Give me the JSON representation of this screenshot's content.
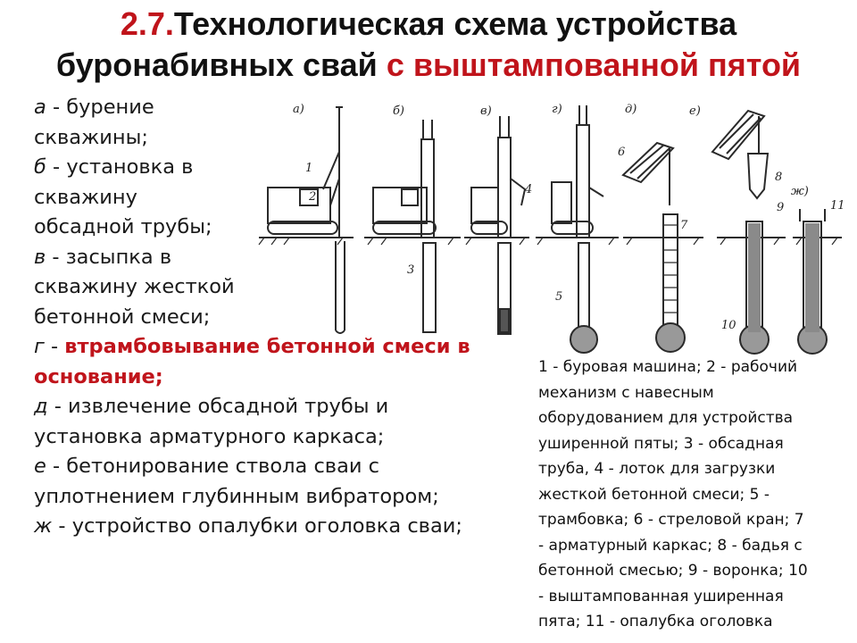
{
  "title": {
    "number": "2.7.",
    "part1": "Технологическая схема устройства",
    "part2": "буронабивных свай ",
    "part3": "с выштампованной пятой"
  },
  "steps": [
    {
      "letter": "а",
      "text": " - бурение"
    },
    {
      "letter": "",
      "text": "скважины;"
    },
    {
      "letter": "б",
      "text": " - установка в"
    },
    {
      "letter": "",
      "text": "скважину"
    },
    {
      "letter": "",
      "text": "обсадной трубы;"
    },
    {
      "letter": "в",
      "text": " - засыпка в"
    },
    {
      "letter": "",
      "text": "скважину жесткой"
    },
    {
      "letter": "",
      "text": "бетонной смеси;"
    },
    {
      "letter": "г",
      "sep": " - ",
      "text": "втрамбовывание бетонной смеси в",
      "highlight": true
    },
    {
      "letter": "",
      "text": "основание;",
      "highlight": true
    },
    {
      "letter": "д",
      "text": " - извлечение обсадной трубы и"
    },
    {
      "letter": "",
      "text": "установка арматурного каркаса;"
    },
    {
      "letter": "е",
      "text": " - бетонирование ствола сваи с"
    },
    {
      "letter": "",
      "text": "уплотнением глубинным вибратором;"
    },
    {
      "letter": "ж",
      "text": " - устройство опалубки оголовка сваи;"
    }
  ],
  "legend_lines": [
    "1 - буровая машина; 2 - рабочий",
    "механизм с навесным",
    "оборудованием для устройства",
    "уширенной пяты; 3 - обсадная",
    "труба, 4 - лоток для загрузки",
    "жесткой бетонной смеси; 5 -",
    "трамбовка; 6 - стреловой кран; 7",
    "- арматурный каркас; 8 - бадья с",
    "бетонной смесью; 9 - воронка; 10",
    "- выштампованная уширенная",
    "пята; 11 - опалубка оголовка"
  ],
  "figure": {
    "panel_labels": [
      "а)",
      "б)",
      "в)",
      "г)",
      "д)",
      "е)",
      "ж)"
    ],
    "callouts": [
      "1",
      "2",
      "3",
      "4",
      "5",
      "6",
      "7",
      "8",
      "9",
      "10",
      "11"
    ]
  }
}
